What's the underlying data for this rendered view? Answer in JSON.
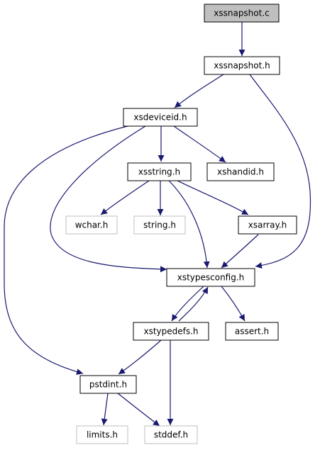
{
  "colors": {
    "edge": "#191970",
    "node_border": "#000000",
    "external_border": "#bfbfbf",
    "root_fill": "#bfbfbf",
    "node_fill": "#ffffff",
    "text": "#000000"
  },
  "nodes": [
    {
      "id": "xssnapshot_c",
      "label": "xssnapshot.c",
      "kind": "root"
    },
    {
      "id": "xssnapshot_h",
      "label": "xssnapshot.h",
      "kind": "header"
    },
    {
      "id": "xsdeviceid_h",
      "label": "xsdeviceid.h",
      "kind": "header"
    },
    {
      "id": "xsstring_h",
      "label": "xsstring.h",
      "kind": "header"
    },
    {
      "id": "xshandid_h",
      "label": "xshandid.h",
      "kind": "header"
    },
    {
      "id": "wchar_h",
      "label": "wchar.h",
      "kind": "external"
    },
    {
      "id": "string_h",
      "label": "string.h",
      "kind": "external"
    },
    {
      "id": "xsarray_h",
      "label": "xsarray.h",
      "kind": "header"
    },
    {
      "id": "xstypesconfig_h",
      "label": "xstypesconfig.h",
      "kind": "header"
    },
    {
      "id": "xstypedefs_h",
      "label": "xstypedefs.h",
      "kind": "header"
    },
    {
      "id": "assert_h",
      "label": "assert.h",
      "kind": "header"
    },
    {
      "id": "pstdint_h",
      "label": "pstdint.h",
      "kind": "header"
    },
    {
      "id": "limits_h",
      "label": "limits.h",
      "kind": "external"
    },
    {
      "id": "stddef_h",
      "label": "stddef.h",
      "kind": "external"
    }
  ],
  "edges": [
    {
      "from": "xssnapshot_c",
      "to": "xssnapshot_h"
    },
    {
      "from": "xssnapshot_h",
      "to": "xsdeviceid_h"
    },
    {
      "from": "xssnapshot_h",
      "to": "xstypesconfig_h"
    },
    {
      "from": "xsdeviceid_h",
      "to": "xsstring_h"
    },
    {
      "from": "xsdeviceid_h",
      "to": "xshandid_h"
    },
    {
      "from": "xsdeviceid_h",
      "to": "xstypesconfig_h"
    },
    {
      "from": "xsdeviceid_h",
      "to": "pstdint_h"
    },
    {
      "from": "xsstring_h",
      "to": "wchar_h"
    },
    {
      "from": "xsstring_h",
      "to": "string_h"
    },
    {
      "from": "xsstring_h",
      "to": "xsarray_h"
    },
    {
      "from": "xsstring_h",
      "to": "xstypesconfig_h"
    },
    {
      "from": "xsarray_h",
      "to": "xstypesconfig_h"
    },
    {
      "from": "xstypesconfig_h",
      "to": "xstypedefs_h"
    },
    {
      "from": "xstypesconfig_h",
      "to": "assert_h"
    },
    {
      "from": "xstypedefs_h",
      "to": "xstypesconfig_h"
    },
    {
      "from": "xstypedefs_h",
      "to": "pstdint_h"
    },
    {
      "from": "xstypedefs_h",
      "to": "stddef_h"
    },
    {
      "from": "pstdint_h",
      "to": "limits_h"
    },
    {
      "from": "pstdint_h",
      "to": "stddef_h"
    }
  ]
}
